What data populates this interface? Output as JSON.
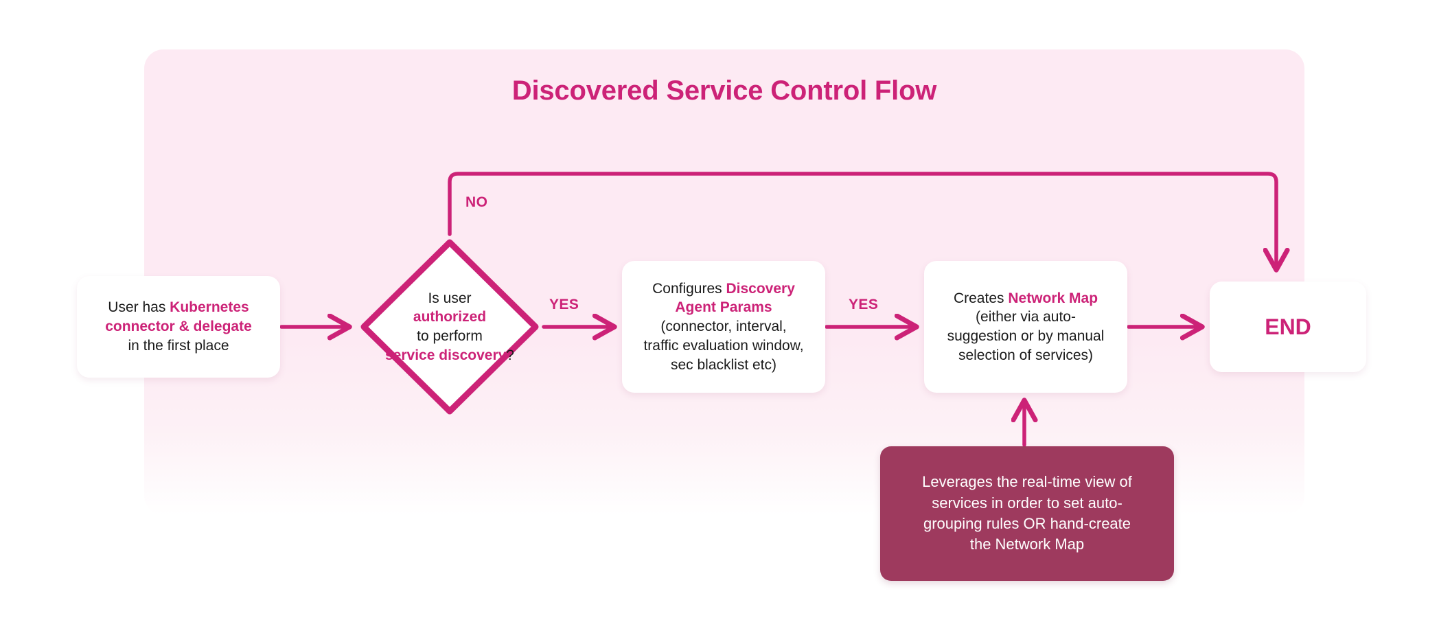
{
  "panel": {
    "background_color": "#fdeaf3"
  },
  "theme": {
    "accent": "#cc2277",
    "note_bg": "#9e3a5e",
    "node_bg": "#ffffff",
    "text": "#1a1a1a"
  },
  "header": {
    "title": "Discovered Service Control Flow"
  },
  "nodes": {
    "start": {
      "type": "process",
      "lines": [
        {
          "plain_prefix": "User has ",
          "highlight": "Kubernetes"
        },
        {
          "highlight": "connector & delegate"
        },
        {
          "plain_prefix": "in the first place"
        }
      ],
      "full_text": "User has Kubernetes connector & delegate in the first place"
    },
    "decision": {
      "type": "decision",
      "lines": [
        {
          "plain_prefix": "Is user"
        },
        {
          "highlight": "authorized"
        },
        {
          "plain_prefix": "to perform"
        },
        {
          "highlight": "service discovery",
          "plain_suffix": "?"
        }
      ],
      "full_text": "Is user authorized to perform service discovery?"
    },
    "params": {
      "type": "process",
      "lines": [
        {
          "plain_prefix": "Configures ",
          "highlight": "Discovery"
        },
        {
          "highlight": "Agent Params"
        },
        {
          "plain_prefix": "(connector, interval,"
        },
        {
          "plain_prefix": "traffic evaluation window,"
        },
        {
          "plain_prefix": "sec blacklist etc)"
        }
      ],
      "full_text": "Configures Discovery Agent Params (connector, interval, traffic evaluation window, sec blacklist etc)"
    },
    "netmap": {
      "type": "process",
      "lines": [
        {
          "plain_prefix": "Creates ",
          "highlight": "Network Map"
        },
        {
          "plain_prefix": "(either via auto-"
        },
        {
          "plain_prefix": "suggestion or by manual"
        },
        {
          "plain_prefix": "selection of services)"
        }
      ],
      "full_text": "Creates Network Map (either via auto-suggestion or by manual selection of services)"
    },
    "end": {
      "type": "terminator",
      "label": "END"
    },
    "note": {
      "type": "annotation",
      "lines": [
        "Leverages the real-time view of",
        "services in order to set auto-",
        "grouping rules OR hand-create",
        "the Network Map"
      ],
      "full_text": "Leverages the real-time view of services in order to set auto-grouping rules OR hand-create the Network Map"
    }
  },
  "edges": {
    "start_to_decision": {
      "label": ""
    },
    "decision_no": {
      "label": "NO",
      "target": "end"
    },
    "decision_yes": {
      "label": "YES",
      "target": "params"
    },
    "params_to_netmap": {
      "label": "YES",
      "target": "netmap"
    },
    "netmap_to_end": {
      "label": ""
    },
    "note_to_netmap": {
      "label": ""
    }
  }
}
